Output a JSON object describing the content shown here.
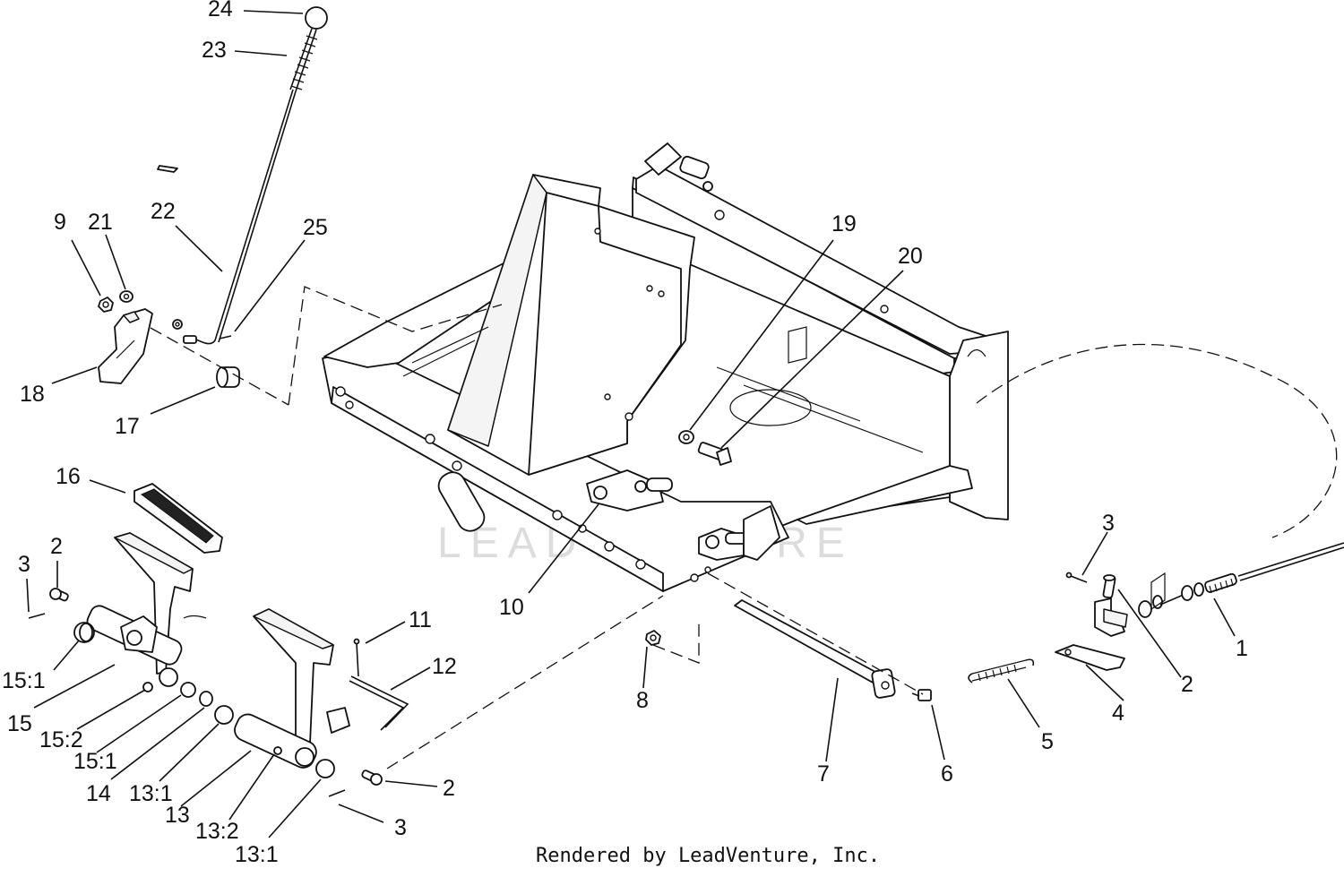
{
  "footer": "Rendered by LeadVenture, Inc.",
  "watermark": "LEADVENTURE",
  "callouts": {
    "c24": "24",
    "c23": "23",
    "c22": "22",
    "c25": "25",
    "c9": "9",
    "c21": "21",
    "c18": "18",
    "c17": "17",
    "c19": "19",
    "c20": "20",
    "c16": "16",
    "c10": "10",
    "c3a": "3",
    "c2a": "2",
    "c15_1a": "15:1",
    "c15": "15",
    "c15_2": "15:2",
    "c15_1b": "15:1",
    "c14": "14",
    "c13_1a": "13:1",
    "c13": "13",
    "c13_2": "13:2",
    "c13_1b": "13:1",
    "c11": "11",
    "c12": "12",
    "c2b": "2",
    "c3b": "3",
    "c8": "8",
    "c7": "7",
    "c6": "6",
    "c5": "5",
    "c4": "4",
    "c3c": "3",
    "c2c": "2",
    "c1": "1"
  }
}
